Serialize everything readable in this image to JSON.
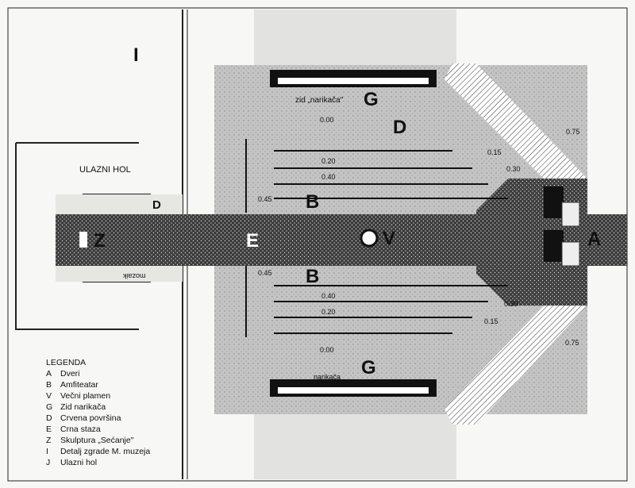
{
  "plan": {
    "letters": {
      "I": "I",
      "G_top": "G",
      "D_top": "D",
      "B_top": "B",
      "V": "V",
      "E": "E",
      "Z": "Z",
      "D_hall": "D",
      "B_bottom": "B",
      "G_bottom": "G",
      "A": "A"
    },
    "labels": {
      "ulazni_hol": "ULAZNI HOL",
      "zid_narikaca_top": "zid „narikača\"",
      "zid_narikaca_bottom": "narikača",
      "mozaik": "mozaik"
    },
    "levels": {
      "top_000": "0.00",
      "top_020": "0.20",
      "top_040": "0.40",
      "top_045": "0.45",
      "top_015": "0.15",
      "top_030": "0.30",
      "top_075": "0.75",
      "bot_045": "0.45",
      "bot_040": "0.40",
      "bot_020": "0.20",
      "bot_000": "0.00",
      "bot_030": "0.30",
      "bot_015": "0.15",
      "bot_075": "0.75"
    }
  },
  "legend": {
    "title": "LEGENDA",
    "items": [
      {
        "key": "A",
        "label": "Dveri"
      },
      {
        "key": "B",
        "label": "Amfiteatar"
      },
      {
        "key": "V",
        "label": "Večni plamen"
      },
      {
        "key": "G",
        "label": "Zid narikača"
      },
      {
        "key": "D",
        "label": "Crvena površina"
      },
      {
        "key": "E",
        "label": "Crna staza"
      },
      {
        "key": "Z",
        "label": "Skulptura „Sećanje\""
      },
      {
        "key": "I",
        "label": "Detalj zgrade M. muzeja"
      },
      {
        "key": "J",
        "label": "Ulazni hol"
      }
    ]
  },
  "colors": {
    "paper": "#f7f7f5",
    "platform": "#bdbdbd",
    "path": "#3a3a3a",
    "ink": "#111111"
  }
}
